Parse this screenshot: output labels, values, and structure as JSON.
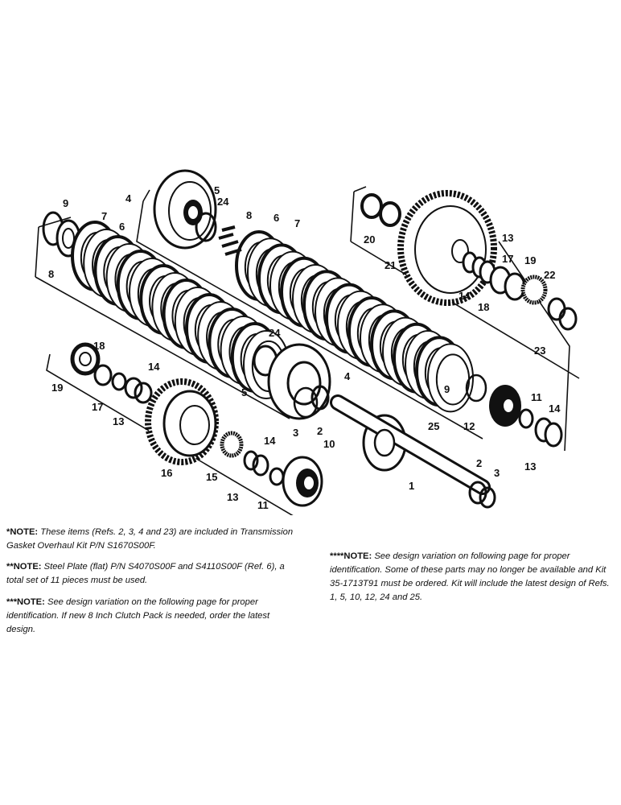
{
  "diagram": {
    "labels": [
      {
        "id": "9a",
        "text": "9"
      },
      {
        "id": "8a",
        "text": "8"
      },
      {
        "id": "7a",
        "text": "7"
      },
      {
        "id": "6a",
        "text": "6"
      },
      {
        "id": "4a",
        "text": "4"
      },
      {
        "id": "5a",
        "text": "5"
      },
      {
        "id": "24a",
        "text": "24"
      },
      {
        "id": "8b",
        "text": "8"
      },
      {
        "id": "6b",
        "text": "6"
      },
      {
        "id": "7b",
        "text": "7"
      },
      {
        "id": "20",
        "text": "20"
      },
      {
        "id": "21",
        "text": "21"
      },
      {
        "id": "13a",
        "text": "13"
      },
      {
        "id": "17a",
        "text": "17"
      },
      {
        "id": "19a",
        "text": "19"
      },
      {
        "id": "22",
        "text": "22"
      },
      {
        "id": "14a",
        "text": "14"
      },
      {
        "id": "18a",
        "text": "18"
      },
      {
        "id": "23",
        "text": "23"
      },
      {
        "id": "24b",
        "text": "24"
      },
      {
        "id": "5b",
        "text": "5"
      },
      {
        "id": "4b",
        "text": "4"
      },
      {
        "id": "3a",
        "text": "3"
      },
      {
        "id": "2a",
        "text": "2"
      },
      {
        "id": "9b",
        "text": "9"
      },
      {
        "id": "11a",
        "text": "11"
      },
      {
        "id": "12",
        "text": "12"
      },
      {
        "id": "14b",
        "text": "14"
      },
      {
        "id": "13b",
        "text": "13"
      },
      {
        "id": "25",
        "text": "25"
      },
      {
        "id": "1",
        "text": "1"
      },
      {
        "id": "2b",
        "text": "2"
      },
      {
        "id": "3b",
        "text": "3"
      },
      {
        "id": "19b",
        "text": "19"
      },
      {
        "id": "18b",
        "text": "18"
      },
      {
        "id": "17b",
        "text": "17"
      },
      {
        "id": "14c",
        "text": "14"
      },
      {
        "id": "13c",
        "text": "13"
      },
      {
        "id": "16",
        "text": "16"
      },
      {
        "id": "15",
        "text": "15"
      },
      {
        "id": "14d",
        "text": "14"
      },
      {
        "id": "13d",
        "text": "13"
      },
      {
        "id": "11b",
        "text": "11"
      },
      {
        "id": "10",
        "text": "10"
      }
    ]
  },
  "notes": {
    "n1": {
      "tag": "*NOTE:",
      "text": "These items (Refs. 2, 3, 4 and 23) are included in Transmission Gasket Overhaul Kit P/N S1670S00F."
    },
    "n2": {
      "tag": "**NOTE:",
      "text": "Steel Plate (flat) P/N S4070S00F and S4110S00F (Ref. 6), a total set of 11 pieces must be used."
    },
    "n3": {
      "tag": "***NOTE:",
      "text": "See design variation on the following page for proper identification. If new 8 Inch Clutch Pack is needed, order the latest design."
    },
    "n4": {
      "tag": "****NOTE:",
      "text": "See design variation on following page for proper identification. Some of these parts may no longer be available and Kit 35-1713T91 must be ordered. Kit will include the latest design of Refs. 1, 5, 10, 12, 24 and 25."
    }
  }
}
